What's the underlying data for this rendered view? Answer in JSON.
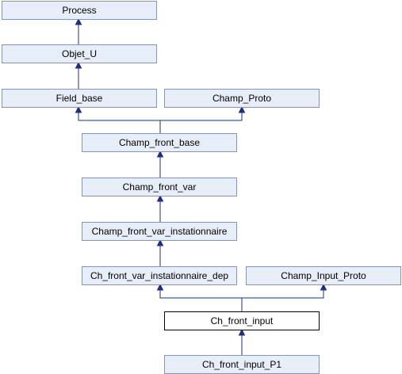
{
  "nodes": [
    {
      "id": "process",
      "label": "Process",
      "current": false
    },
    {
      "id": "objet_u",
      "label": "Objet_U",
      "current": false
    },
    {
      "id": "field_base",
      "label": "Field_base",
      "current": false
    },
    {
      "id": "champ_proto",
      "label": "Champ_Proto",
      "current": false
    },
    {
      "id": "champ_front_base",
      "label": "Champ_front_base",
      "current": false
    },
    {
      "id": "champ_front_var",
      "label": "Champ_front_var",
      "current": false
    },
    {
      "id": "champ_front_var_instationnaire",
      "label": "Champ_front_var_instationnaire",
      "current": false
    },
    {
      "id": "ch_front_var_instationnaire_dep",
      "label": "Ch_front_var_instationnaire_dep",
      "current": false
    },
    {
      "id": "champ_input_proto",
      "label": "Champ_Input_Proto",
      "current": false
    },
    {
      "id": "ch_front_input",
      "label": "Ch_front_input",
      "current": true
    },
    {
      "id": "ch_front_input_p1",
      "label": "Ch_front_input_P1",
      "current": false
    }
  ],
  "edges": [
    {
      "from": "objet_u",
      "to": "process"
    },
    {
      "from": "field_base",
      "to": "objet_u"
    },
    {
      "from": "champ_front_base",
      "to": "field_base"
    },
    {
      "from": "champ_front_base",
      "to": "champ_proto"
    },
    {
      "from": "champ_front_var",
      "to": "champ_front_base"
    },
    {
      "from": "champ_front_var_instationnaire",
      "to": "champ_front_var"
    },
    {
      "from": "ch_front_var_instationnaire_dep",
      "to": "champ_front_var_instationnaire"
    },
    {
      "from": "ch_front_input",
      "to": "ch_front_var_instationnaire_dep"
    },
    {
      "from": "ch_front_input",
      "to": "champ_input_proto"
    },
    {
      "from": "ch_front_input_p1",
      "to": "ch_front_input"
    }
  ],
  "colors": {
    "node_fill": "#e8eef7",
    "node_border": "#8495b8",
    "current_fill": "#ffffff",
    "current_border": "#000000",
    "edge": "#1f2f7a"
  }
}
